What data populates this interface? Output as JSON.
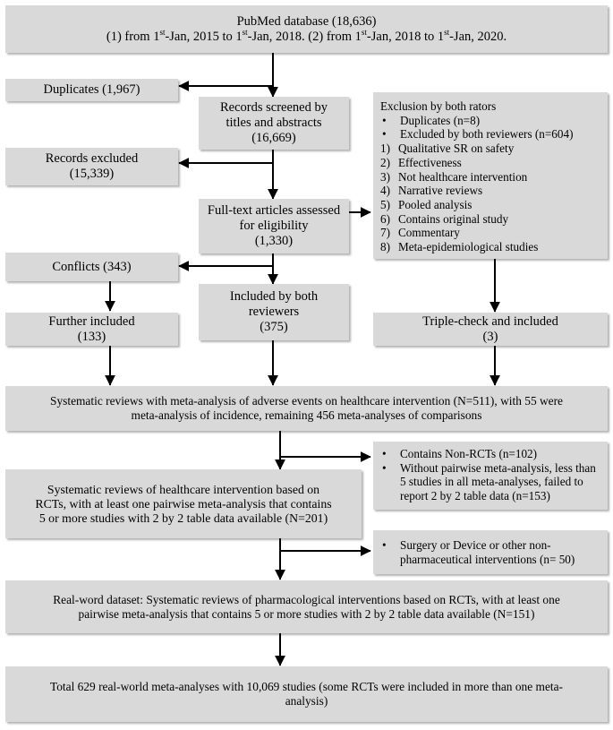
{
  "diagram": {
    "title": "PRISMA study selection flow diagram",
    "box_fill": "#d9d9d9",
    "line_color": "#000000"
  },
  "boxes": {
    "pubmed": {
      "line1_a": "PubMed database (18,636)",
      "line2_a": "(1) from 1",
      "line2_sup1": "st",
      "line2_b": "-Jan, 2015 to 1",
      "line2_sup2": "st",
      "line2_c": "-Jan, 2018. (2) from 1",
      "line2_sup3": "st",
      "line2_d": "-Jan, 2018 to 1",
      "line2_sup4": "st",
      "line2_e": "-Jan, 2020."
    },
    "duplicates": {
      "line1": "Duplicates (1,967)"
    },
    "records_screened": {
      "line1": "Records screened by",
      "line2": "titles and abstracts",
      "line3": "(16,669)"
    },
    "records_excluded": {
      "line1": "Records excluded",
      "line2": "(15,339)"
    },
    "fulltext": {
      "line1": "Full-text articles assessed",
      "line2": "for eligibility",
      "line3": "(1,330)"
    },
    "exclusion_raters": {
      "header": "Exclusion by both rators",
      "bullets": [
        {
          "mark": "•",
          "text": "Duplicates (n=8)"
        },
        {
          "mark": "•",
          "text": "Excluded by both reviewers (n=604)"
        },
        {
          "mark": "1)",
          "text": "Qualitative SR on safety"
        },
        {
          "mark": "2)",
          "text": "Effectiveness"
        },
        {
          "mark": "3)",
          "text": "Not healthcare intervention"
        },
        {
          "mark": "4)",
          "text": "Narrative reviews"
        },
        {
          "mark": "5)",
          "text": "Pooled analysis"
        },
        {
          "mark": "6)",
          "text": "Contains original study"
        },
        {
          "mark": "7)",
          "text": "Commentary"
        },
        {
          "mark": "8)",
          "text": "Meta-epidemiological studies"
        }
      ]
    },
    "conflicts": {
      "line1": "Conflicts (343)"
    },
    "included_both": {
      "line1": "Included by both",
      "line2": "reviewers",
      "line3": "(375)"
    },
    "further_included": {
      "line1": "Further included",
      "line2": "(133)"
    },
    "triple_check": {
      "line1": "Triple-check and included",
      "line2": "(3)"
    },
    "sr_adverse": {
      "line1": "Systematic reviews with meta-analysis of adverse events on healthcare intervention (N=511), with 55 were",
      "line2": "meta-analysis of incidence, remaining 456 meta-analyses of comparisons"
    },
    "excl_nonrct": {
      "bullets": [
        {
          "mark": "•",
          "text": "Contains Non-RCTs (n=102)"
        },
        {
          "mark": "•",
          "text": "Without pairwise meta-analysis, less than 5 studies in all meta-analyses, failed to report 2 by 2 table data (n=153)"
        }
      ]
    },
    "sr_rct": {
      "line1": "Systematic reviews of healthcare intervention based on",
      "line2": "RCTs, with at least one pairwise meta-analysis that contains",
      "line3": "5 or more studies with 2 by 2 table data available (N=201)"
    },
    "excl_surgery": {
      "bullets": [
        {
          "mark": "•",
          "text": "Surgery or Device or other non-pharmaceutical interventions (n= 50)"
        }
      ]
    },
    "real_word": {
      "line1": "Real-word dataset: Systematic reviews of pharmacological interventions based on RCTs, with at least one",
      "line2": "pairwise meta-analysis that contains 5 or more studies with 2 by 2 table data available (N=151)"
    },
    "total": {
      "line1": "Total 629 real-world meta-analyses with 10,069 studies  (some RCTs were included in more than one meta-",
      "line2": "analysis)"
    }
  }
}
